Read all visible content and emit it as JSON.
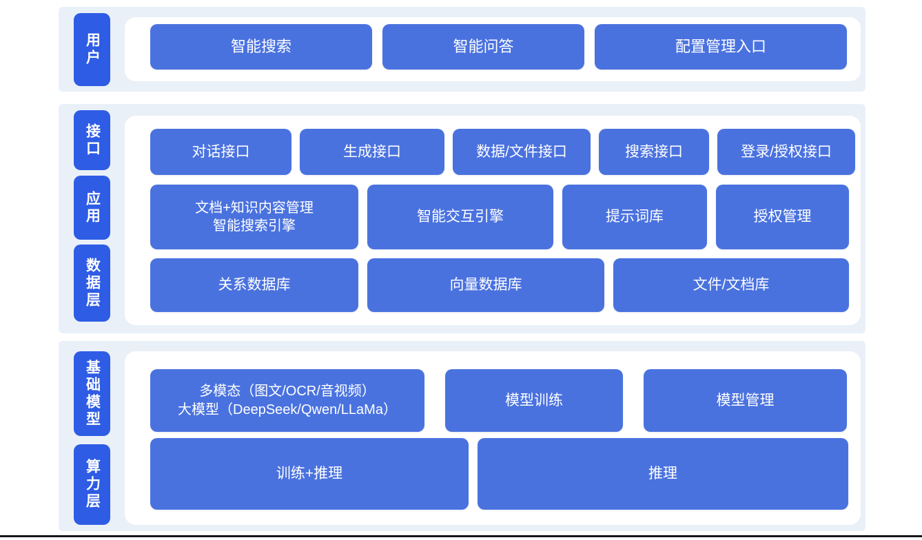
{
  "colors": {
    "page_bg": "#ffffff",
    "band_bg": "#EAF0F8",
    "panel_bg": "#ffffff",
    "layer_label_blue": "#2E5CE5",
    "box_blue": "#4A72DF",
    "box_text": "#ffffff",
    "bottom_rule": "#15181D"
  },
  "diagram": {
    "layers": {
      "user": {
        "label": "用户"
      },
      "interface": {
        "label": "接口"
      },
      "application": {
        "label": "应用"
      },
      "data": {
        "label": "数据层"
      },
      "foundation_model": {
        "label": "基础模型"
      },
      "compute": {
        "label": "算力层"
      }
    },
    "user_row": [
      "智能搜索",
      "智能问答",
      "配置管理入口"
    ],
    "interface_row": [
      "对话接口",
      "生成接口",
      "数据/文件接口",
      "搜索接口",
      "登录/授权接口"
    ],
    "application_row": [
      "文档+知识内容管理\n智能搜索引擎",
      "智能交互引擎",
      "提示词库",
      "授权管理"
    ],
    "data_row": [
      "关系数据库",
      "向量数据库",
      "文件/文档库"
    ],
    "model_row": [
      "多模态（图文/OCR/音视频）\n大模型（DeepSeek/Qwen/LLaMa）",
      "模型训练",
      "模型管理"
    ],
    "compute_row": [
      "训练+推理",
      "推理"
    ]
  }
}
